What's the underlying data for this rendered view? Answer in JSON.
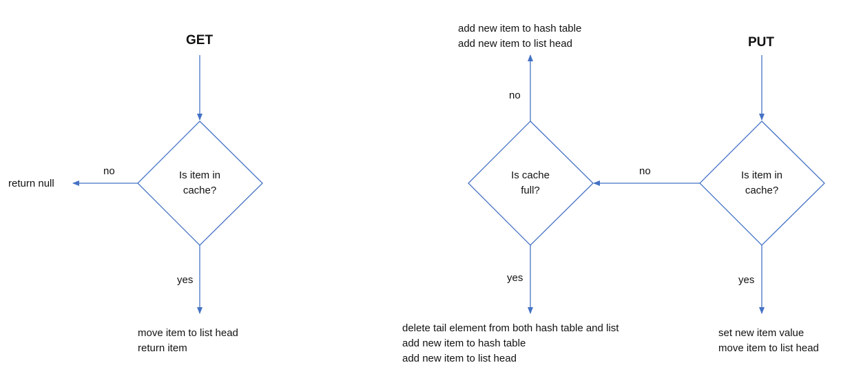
{
  "colors": {
    "stroke": "#4472C4",
    "text": "#111111",
    "background": "#ffffff"
  },
  "get": {
    "title": "GET",
    "decision": [
      "Is item in",
      "cache?"
    ],
    "no_label": "no",
    "no_result": "return null",
    "yes_label": "yes",
    "yes_result": [
      "move item to list head",
      "return item"
    ]
  },
  "put": {
    "title": "PUT",
    "decision": [
      "Is item in",
      "cache?"
    ],
    "no_label": "no",
    "yes_label": "yes",
    "yes_result": [
      "set new item value",
      "move item to list head"
    ],
    "full_check": {
      "decision": [
        "Is cache",
        "full?"
      ],
      "no_label": "no",
      "no_result": [
        "add new item to hash table",
        "add new item to list head"
      ],
      "yes_label": "yes",
      "yes_result": [
        "delete tail element from both hash table and list",
        "add new item to hash table",
        "add new item to list head"
      ]
    }
  }
}
